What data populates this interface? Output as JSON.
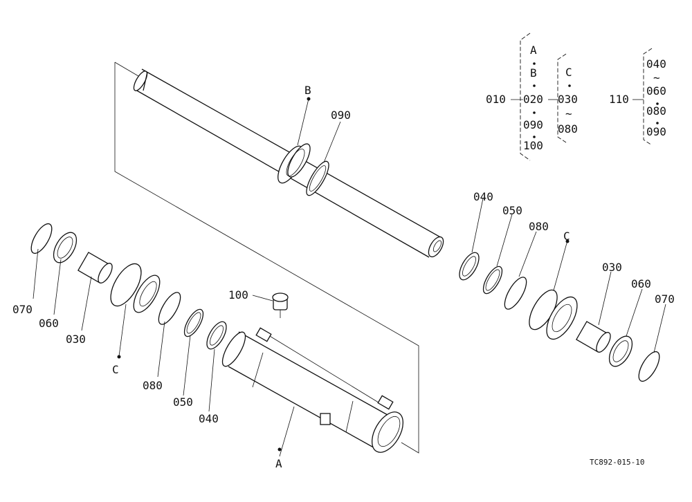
{
  "drawing": {
    "reference": "TC892-015-10",
    "parts": {
      "p010": "010",
      "p020": "020",
      "p030": "030",
      "p040": "040",
      "p050": "050",
      "p060": "060",
      "p070": "070",
      "p080": "080",
      "p090": "090",
      "p100": "100",
      "p110": "110"
    },
    "letters": {
      "A": "A",
      "B": "B",
      "C": "C"
    },
    "tilde": "~"
  }
}
